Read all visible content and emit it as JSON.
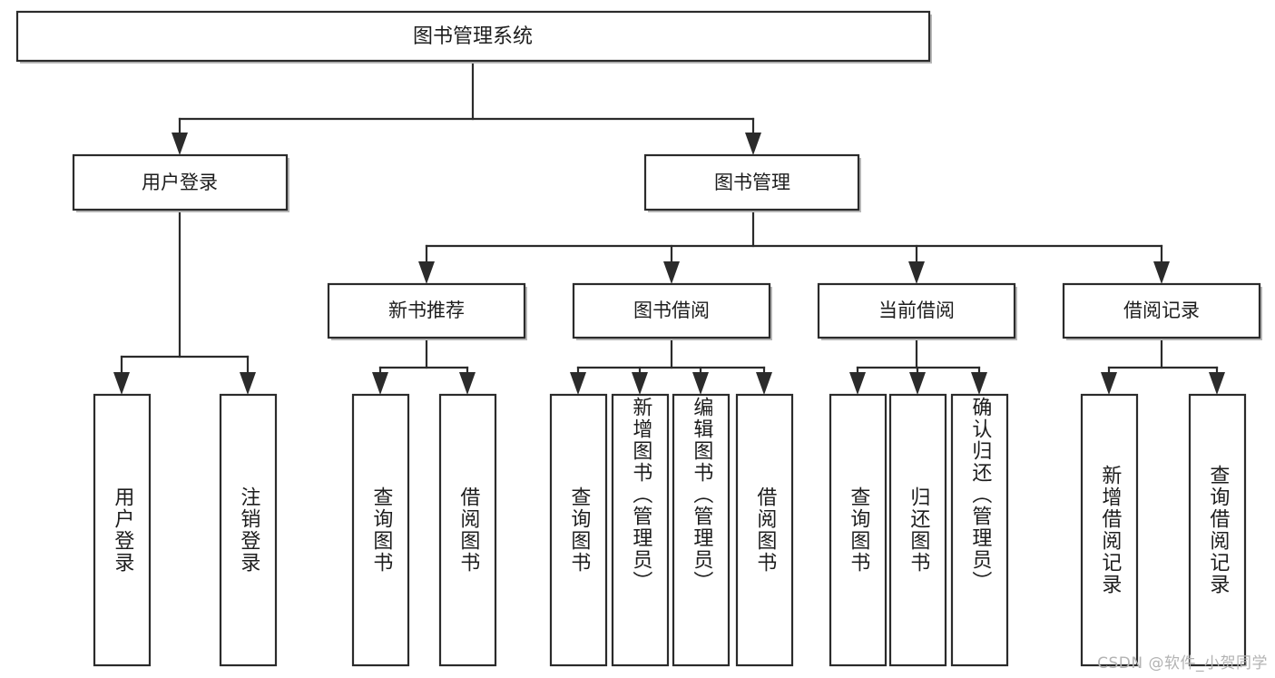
{
  "diagram": {
    "title": "图书管理系统",
    "type": "tree",
    "watermark": "CSDN @软件_小贺同学",
    "colors": {
      "box_stroke": "#2b2b2b",
      "box_fill": "#ffffff",
      "line": "#2b2b2b",
      "text": "#1d1d1d",
      "watermark": "#b3b3b3",
      "background": "#ffffff"
    },
    "levels": {
      "root": {
        "label": "图书管理系统"
      },
      "level2": [
        {
          "id": "user-login",
          "label": "用户登录"
        },
        {
          "id": "book-manage",
          "label": "图书管理"
        }
      ],
      "level3": [
        {
          "id": "new-book-rec",
          "label": "新书推荐",
          "parent": "book-manage"
        },
        {
          "id": "book-borrow",
          "label": "图书借阅",
          "parent": "book-manage"
        },
        {
          "id": "current-borrow",
          "label": "当前借阅",
          "parent": "book-manage"
        },
        {
          "id": "borrow-record",
          "label": "借阅记录",
          "parent": "book-manage"
        }
      ],
      "leaves": [
        {
          "id": "leaf-user-login",
          "label": "用户登录",
          "parent": "user-login"
        },
        {
          "id": "leaf-logout",
          "label": "注销登录",
          "parent": "user-login"
        },
        {
          "id": "leaf-query-book-1",
          "label": "查询图书",
          "parent": "new-book-rec"
        },
        {
          "id": "leaf-borrow-book-1",
          "label": "借阅图书",
          "parent": "new-book-rec"
        },
        {
          "id": "leaf-query-book-2",
          "label": "查询图书",
          "parent": "book-borrow"
        },
        {
          "id": "leaf-add-book",
          "label": "新增图书（管理员）",
          "parent": "book-borrow"
        },
        {
          "id": "leaf-edit-book",
          "label": "编辑图书（管理员）",
          "parent": "book-borrow"
        },
        {
          "id": "leaf-borrow-book-2",
          "label": "借阅图书",
          "parent": "book-borrow"
        },
        {
          "id": "leaf-query-book-3",
          "label": "查询图书",
          "parent": "current-borrow"
        },
        {
          "id": "leaf-return-book",
          "label": "归还图书",
          "parent": "current-borrow"
        },
        {
          "id": "leaf-confirm-return",
          "label": "确认归还（管理员）",
          "parent": "current-borrow"
        },
        {
          "id": "leaf-add-record",
          "label": "新增借阅记录",
          "parent": "borrow-record"
        },
        {
          "id": "leaf-query-record",
          "label": "查询借阅记录",
          "parent": "borrow-record"
        }
      ]
    }
  }
}
